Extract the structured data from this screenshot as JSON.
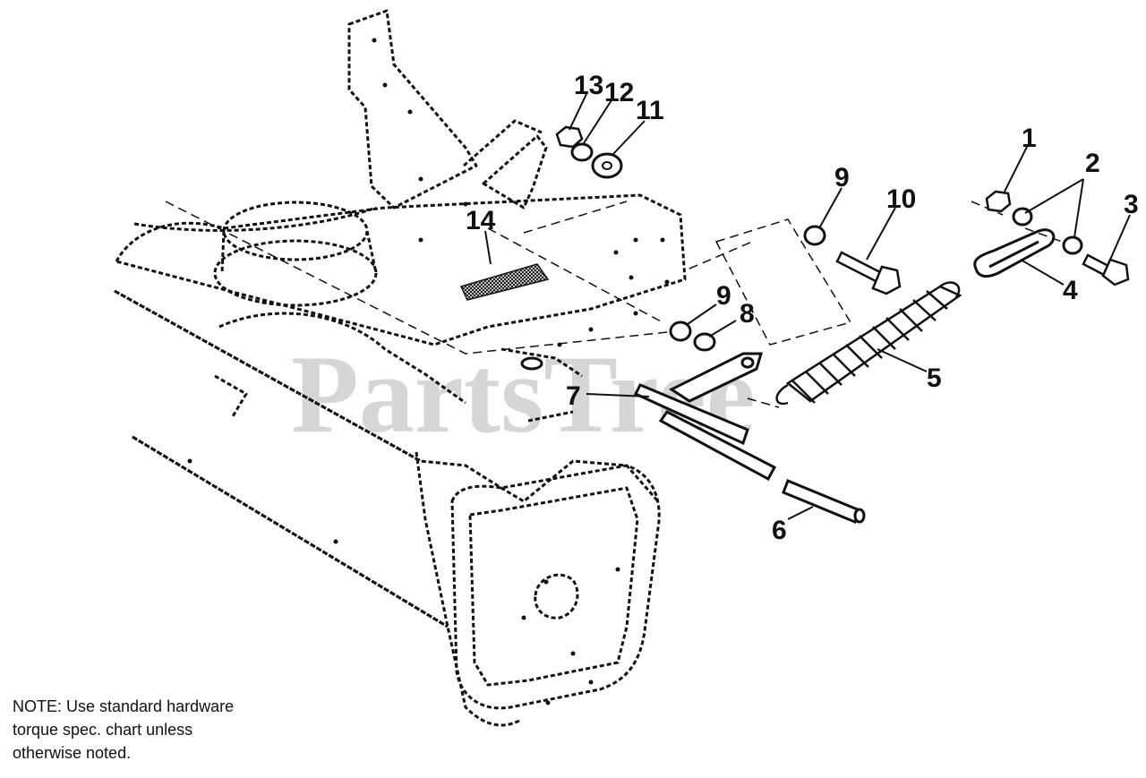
{
  "watermark": "PartsTree",
  "callouts": [
    "1",
    "2",
    "3",
    "4",
    "5",
    "6",
    "7",
    "8",
    "9",
    "9",
    "10",
    "11",
    "12",
    "13",
    "14"
  ],
  "note": {
    "line1": "NOTE: Use standard hardware",
    "line2": "torque spec. chart unless",
    "line3": "otherwise noted."
  }
}
